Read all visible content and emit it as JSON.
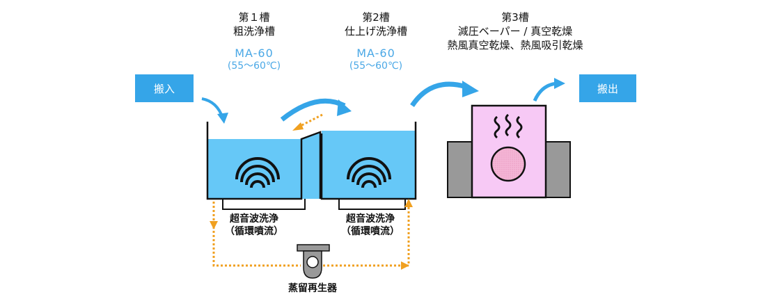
{
  "stage1": {
    "title": "第１槽",
    "name": "粗洗浄槽",
    "model": "MA-60",
    "temp": "(55～60℃)"
  },
  "stage2": {
    "title": "第2槽",
    "name": "仕上げ洗浄槽",
    "model": "MA-60",
    "temp": "(55～60℃)"
  },
  "stage3": {
    "title": "第3槽",
    "line1": "減圧ベーパー / 真空乾燥",
    "line2": "熱風真空乾燥、熱風吸引乾燥"
  },
  "buttons": {
    "carry_in": "搬入",
    "carry_out": "搬出"
  },
  "ultrasonic1": {
    "line1": "超音波洗浄",
    "line2": "（循環噴流）"
  },
  "ultrasonic2": {
    "line1": "超音波洗浄",
    "line2": "（循環噴流）"
  },
  "regenerator": {
    "label": "蒸留再生器"
  },
  "colors": {
    "water": "#66c8f7",
    "accent": "#35a5e8",
    "flow": "#f0a020",
    "dryer": "#f7c9f5",
    "heater": "#f4b6d6",
    "grey": "#999999"
  },
  "icons": [
    "ultrasonic-wave-icon",
    "heat-steam-icon",
    "arrow-icon"
  ]
}
